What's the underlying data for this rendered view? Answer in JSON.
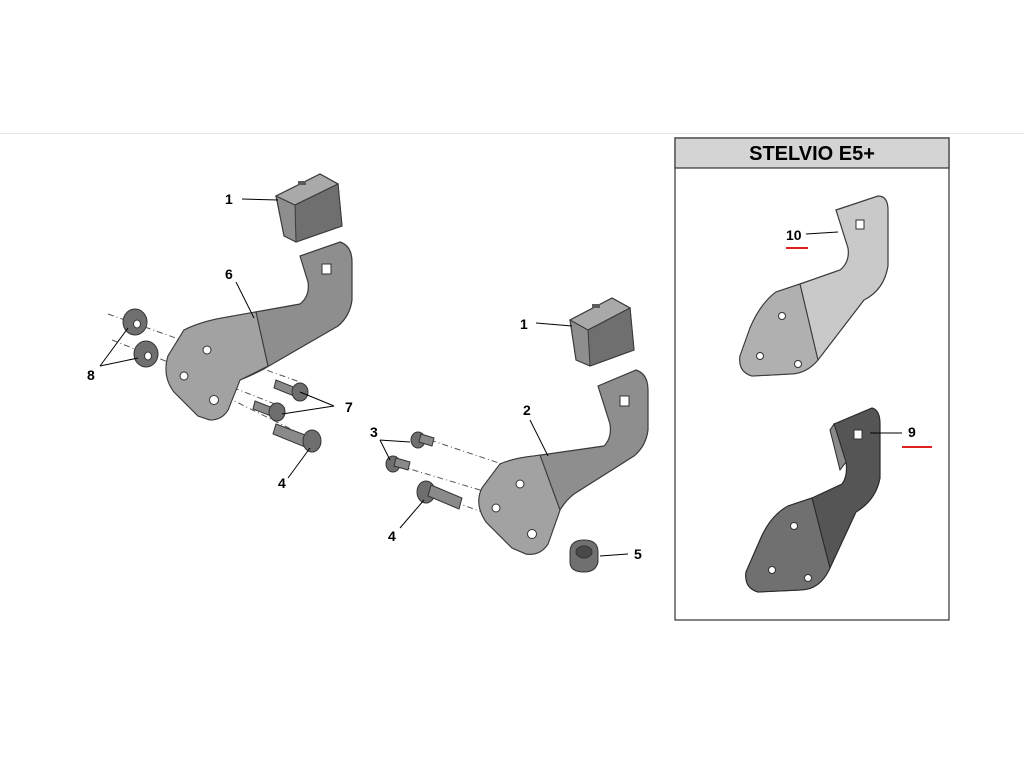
{
  "panel": {
    "title": "STELVIO E5+"
  },
  "callouts": {
    "bumper_left": "1",
    "bumper_right": "1",
    "bracket_right": "2",
    "screw_small": "3",
    "bolt_left": "4",
    "bolt_right": "4",
    "spacer": "5",
    "bracket_left": "6",
    "screws_pair": "7",
    "washers": "8",
    "bracket_e5_lower": "9",
    "bracket_e5_upper": "10"
  },
  "colors": {
    "part_fill": "#8e8e8e",
    "part_outline": "#3a3a3a",
    "panel_header": "#d4d4d4",
    "highlight_underline": "#e02020"
  }
}
